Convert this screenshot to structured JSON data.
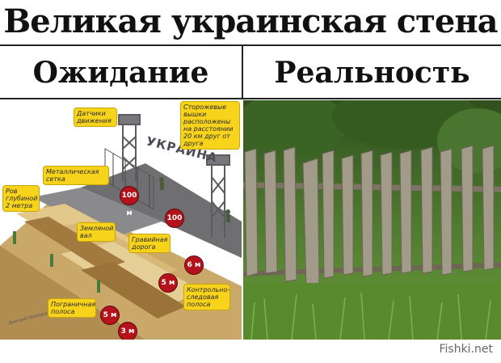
{
  "title": "Великая украинская стена",
  "columns": {
    "left": "Ожидание",
    "right": "Реальность"
  },
  "infographic": {
    "sign": "УКРАИНА",
    "credit": "Дмитрий ПОЛКИНА",
    "callouts": {
      "sensors": "Датчики движения",
      "towers": "Сторожевые вышки расположены на расстоянии 20 км друг от друга",
      "mesh": "Металлическая сетка",
      "ditch": "Ров глубиной 2 метра",
      "rampart": "Земляной вал",
      "gravel": "Гравийная дорога",
      "control_strip": "Контрольно-следовая полоса",
      "border_strip": "Пограничная полоса"
    },
    "badges": {
      "a": "100 м",
      "b": "100 м",
      "c": "6 м",
      "d": "5 м",
      "e": "5 м",
      "f": "3 м"
    }
  },
  "watermark": "Fishki.net"
}
